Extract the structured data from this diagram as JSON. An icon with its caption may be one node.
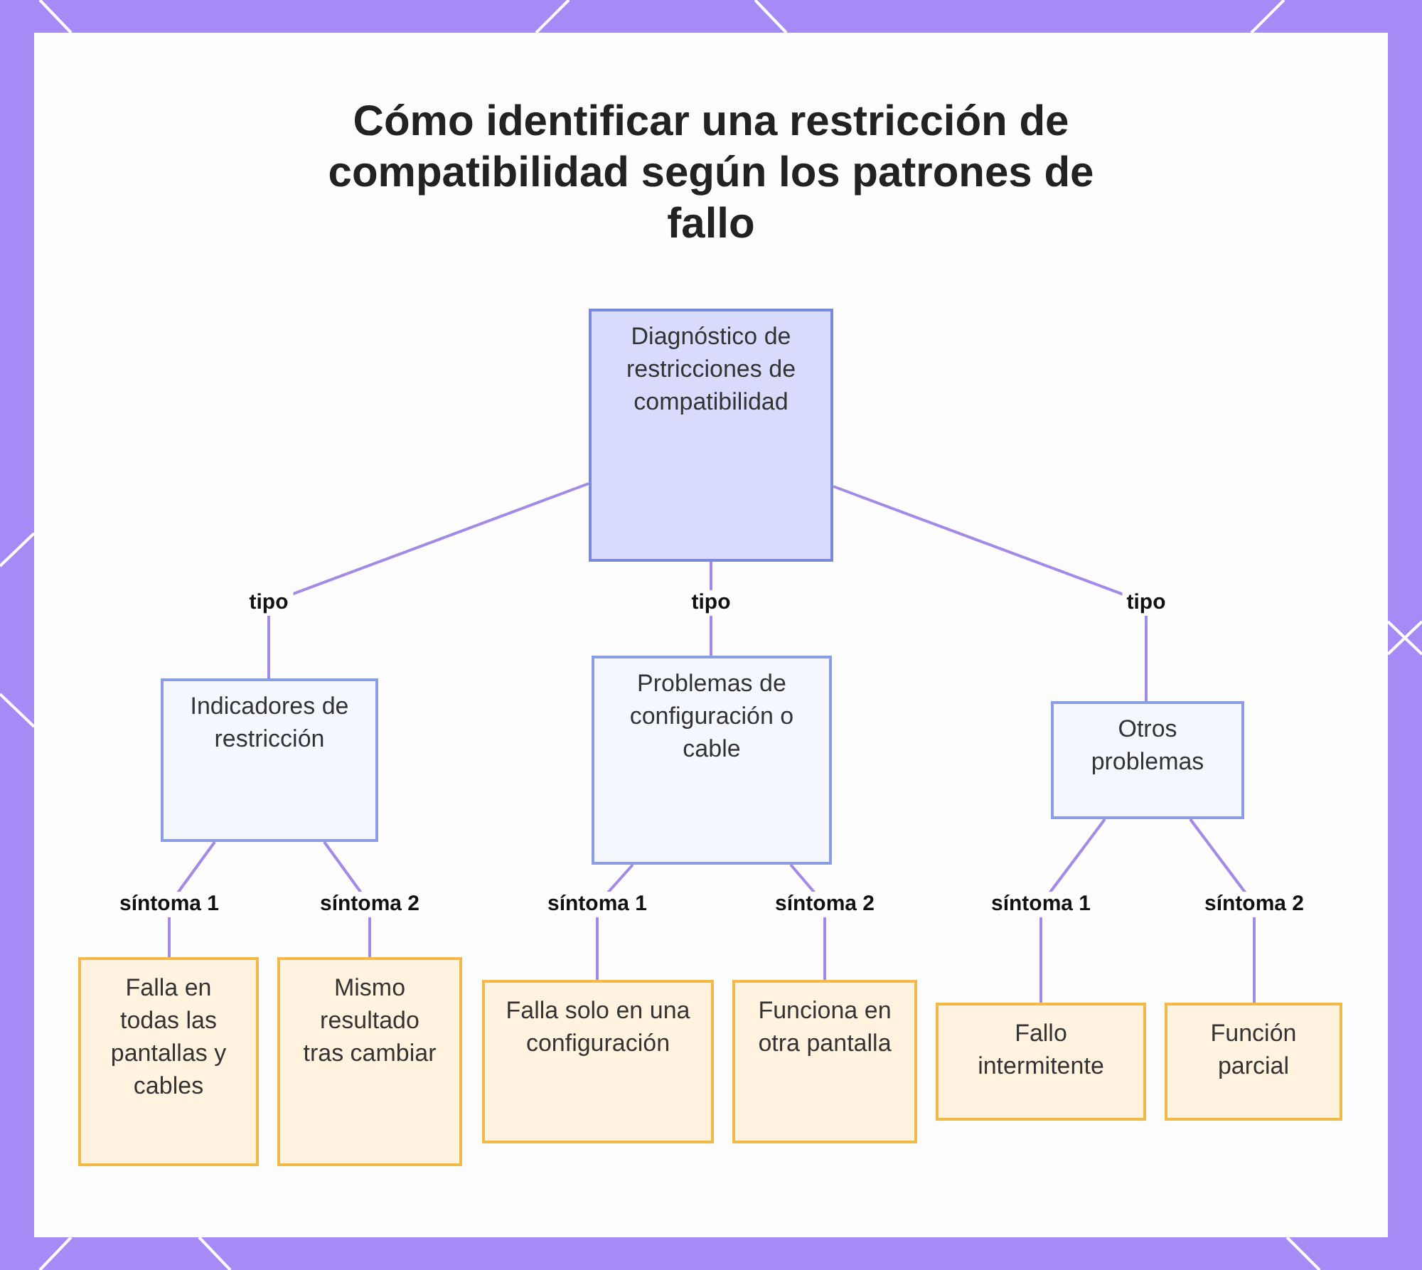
{
  "diagram": {
    "title": "Cómo identificar una restricción de compatibilidad según los patrones de fallo",
    "nodes": [
      {
        "text": [
          "Diagnóstico de restricciones de compatibilidad"
        ]
      },
      {
        "text": [
          "Indicadores de restricción"
        ]
      },
      {
        "text": [
          "Problemas de configuración o cable"
        ]
      },
      {
        "text": [
          "Otros problemas"
        ]
      },
      {
        "text": [
          "Falla en todas las pantallas y cables"
        ]
      },
      {
        "text": [
          "Mismo resultado tras cambiar"
        ]
      },
      {
        "text": [
          "Falla solo en una configuración"
        ]
      },
      {
        "text": [
          "Funciona en otra pantalla"
        ]
      },
      {
        "text": [
          "Fallo intermitente"
        ]
      },
      {
        "text": [
          "Función parcial"
        ]
      }
    ],
    "edges": [
      {
        "from": 0,
        "to": 1,
        "arrow": "none",
        "label": "tipo"
      },
      {
        "from": 0,
        "to": 2,
        "arrow": "none",
        "label": "tipo"
      },
      {
        "from": 0,
        "to": 3,
        "arrow": "none",
        "label": "tipo"
      },
      {
        "from": 1,
        "to": 4,
        "arrow": "none",
        "label": "síntoma 1"
      },
      {
        "from": 1,
        "to": 5,
        "arrow": "none",
        "label": "síntoma 2"
      },
      {
        "from": 2,
        "to": 6,
        "arrow": "none",
        "label": "síntoma 1"
      },
      {
        "from": 2,
        "to": 7,
        "arrow": "none",
        "label": "síntoma 2"
      },
      {
        "from": 3,
        "to": 8,
        "arrow": "none",
        "label": "síntoma 1"
      },
      {
        "from": 3,
        "to": 9,
        "arrow": "none",
        "label": "síntoma 2"
      }
    ]
  }
}
